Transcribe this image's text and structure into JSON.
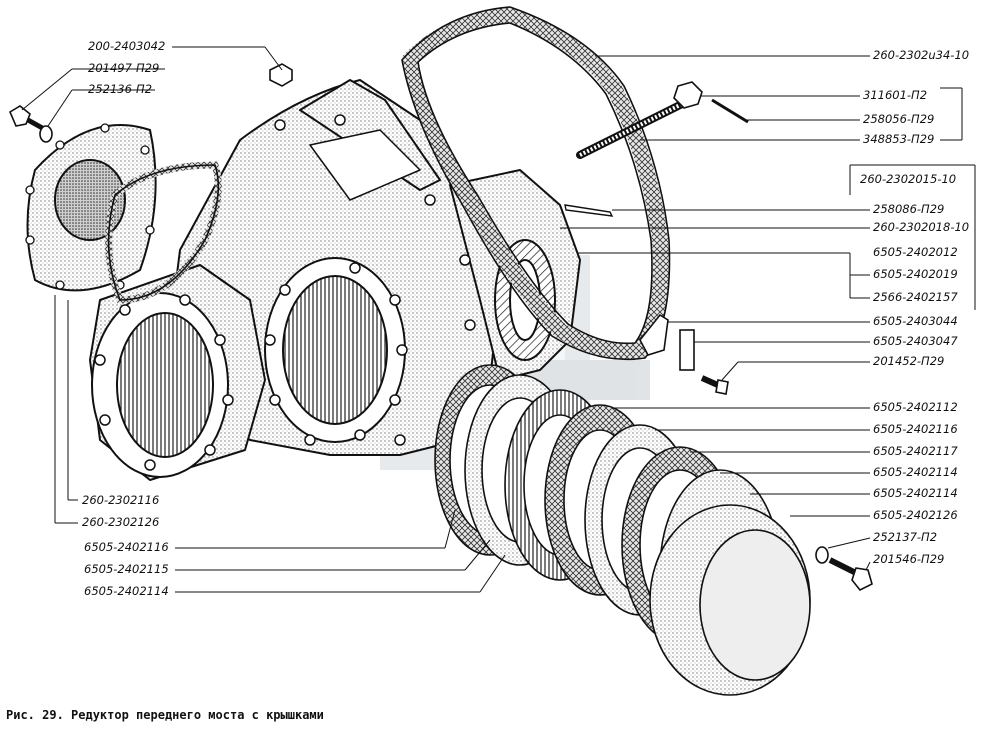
{
  "caption": "Рис. 29. Редуктор переднего моста с крышками",
  "colors": {
    "ink": "#111111",
    "paper": "#ffffff",
    "stipple": "#9a9a9a",
    "watermark": "#c8cdd3"
  },
  "labels": {
    "l_200_2403042": "200-2403042",
    "l_201497_p29": "201497-П29",
    "l_252136_p2": "252136-П2",
    "l_260_2302116": "260-2302116",
    "l_260_2302126": "260-2302126",
    "l_6505_2402116_left": "6505-2402116",
    "l_6505_2402115": "6505-2402115",
    "l_6505_2402114_left": "6505-2402114",
    "r_260_2302u34_10": "260-2302u34-10",
    "r_311601_p2": "311601-П2",
    "r_258056_p29": "258056-П29",
    "r_348853_p29": "348853-П29",
    "r_260_2302015_10": "260-2302015-10",
    "r_258086_p29": "258086-П29",
    "r_260_2302018_10": "260-2302018-10",
    "r_6505_2402012": "6505-2402012",
    "r_6505_2402019": "6505-2402019",
    "r_2566_2402157": "2566-2402157",
    "r_6505_2403044": "6505-2403044",
    "r_6505_2403047": "6505-2403047",
    "r_201452_p29": "201452-П29",
    "r_6505_2402112": "6505-2402112",
    "r_6505_2402116": "6505-2402116",
    "r_6505_2402117": "6505-2402117",
    "r_6505_2402114_a": "6505-2402114",
    "r_6505_2402114_b": "6505-2402114",
    "r_6505_2402126": "6505-2402126",
    "r_252137_p2": "252137-П2",
    "r_201546_p29": "201546-П29"
  }
}
